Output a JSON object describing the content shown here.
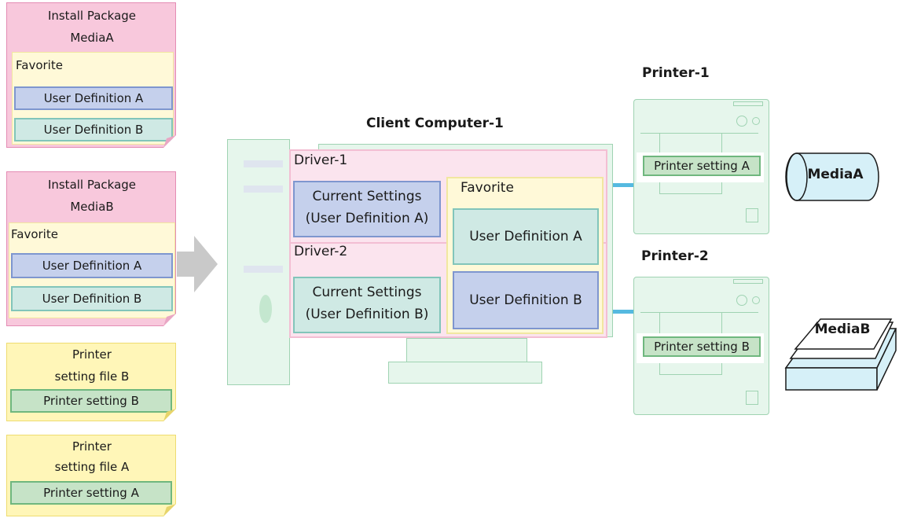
{
  "left_docs": {
    "pkg_a": {
      "title_line1": "Install Package",
      "title_line2": "MediaA",
      "favorite": "Favorite",
      "user_def_a": "User Definition A",
      "user_def_b": "User Definition B"
    },
    "pkg_b": {
      "title_line1": "Install Package",
      "title_line2": "MediaB",
      "favorite": "Favorite",
      "user_def_a": "User Definition A",
      "user_def_b": "User Definition B"
    },
    "psf_b": {
      "title_line1": "Printer",
      "title_line2": "setting file B",
      "setting": "Printer setting B"
    },
    "psf_a": {
      "title_line1": "Printer",
      "title_line2": "setting file A",
      "setting": "Printer setting A"
    }
  },
  "client": {
    "title": "Client Computer-1",
    "driver1": {
      "label": "Driver-1",
      "current_line1": "Current Settings",
      "current_line2": "(User Definition A)"
    },
    "driver2": {
      "label": "Driver-2",
      "current_line1": "Current Settings",
      "current_line2": "(User Definition B)"
    },
    "favorite": {
      "label": "Favorite",
      "user_def_a": "User Definition A",
      "user_def_b": "User Definition B"
    }
  },
  "printer1": {
    "title": "Printer-1",
    "setting": "Printer setting A",
    "media": "MediaA"
  },
  "printer2": {
    "title": "Printer-2",
    "setting": "Printer setting B",
    "media": "MediaB"
  },
  "colors": {
    "pink": "#f8c8dc",
    "yellow": "#fff6b8",
    "blue": "#c5d0ec",
    "teal": "#cfe9e4",
    "green": "#c6e3c7",
    "cable": "#55b9e0",
    "arrow": "#c9c9c9"
  }
}
